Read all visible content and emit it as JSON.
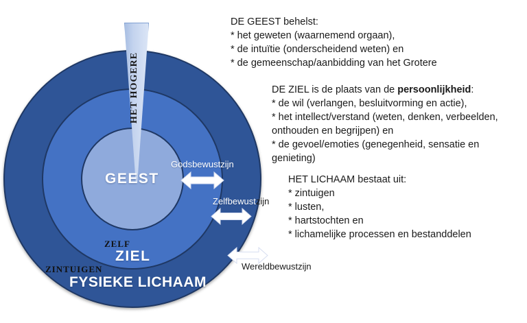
{
  "diagram": {
    "title_vertical": "HET HOGERE",
    "rings": [
      {
        "key": "body",
        "label": "FYSIEKE LICHAAM",
        "color": "#2F5597"
      },
      {
        "key": "soul",
        "label": "ZIEL",
        "color": "#4472C4"
      },
      {
        "key": "spirit",
        "label": "GEEST",
        "color": "#8FAADC"
      }
    ],
    "inner_labels": {
      "spirit": "GEEST",
      "soul": "ZIEL",
      "body": "FYSIEKE LICHAAM",
      "self_small": "ZELF",
      "senses_small": "ZINTUIGEN"
    },
    "arrows": [
      {
        "name": "god-consciousness-arrow",
        "label": "Godsbewustzijn",
        "style": "double-headed"
      },
      {
        "name": "self-consciousness-arrow",
        "label": "Zelfbewustzijn",
        "style": "double-headed"
      },
      {
        "name": "world-consciousness-arrow",
        "label": "Wereldbewustzijn",
        "style": "double-headed"
      }
    ],
    "consciousness_labels": {
      "god": "Godsbewustzijn",
      "self_white": "Zelfbewust",
      "self_dark": "zijn",
      "world": "Wereldbewustzijn"
    },
    "outline_color": "#1F3864",
    "cone_color": "#C3D3EE"
  },
  "text_blocks": {
    "geest": {
      "heading": "DE GEEST behelst:",
      "lines": [
        "* het geweten (waarnemend orgaan),",
        "* de intuïtie (onderscheidend weten) en",
        "* de gemeenschap/aanbidding van het Grotere"
      ]
    },
    "ziel": {
      "heading_pre": "DE ZIEL is de plaats van de ",
      "heading_bold": "persoonlijkheid",
      "heading_post": ":",
      "lines": [
        "* de wil (verlangen, besluitvorming en actie),",
        "* het intellect/verstand (weten, denken, verbeelden,",
        "onthouden en begrijpen) en",
        "* de gevoel/emoties (genegenheid, sensatie en",
        "genieting)"
      ]
    },
    "lichaam": {
      "heading": "HET LICHAAM bestaat uit:",
      "lines": [
        "* zintuigen",
        "* lusten,",
        "* hartstochten en",
        "* lichamelijke processen en bestanddelen"
      ]
    }
  }
}
